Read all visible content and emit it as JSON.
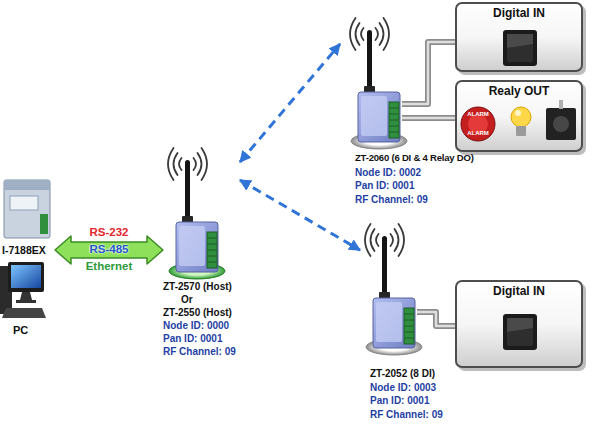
{
  "diagram": {
    "nodes": [
      {
        "text": [
          "I-7188EX"
        ]
      },
      {
        "text": [
          "PC"
        ]
      },
      {
        "text": [
          "ZT-2570 (Host)",
          "Or",
          "ZT-2550 (Host)",
          "Node ID: 0000",
          "Pan ID: 0001",
          "RF Channel: 09"
        ]
      },
      {
        "text": [
          "ZT-2060 (6 DI & 4 Relay DO)",
          "Node ID: 0002",
          "Pan ID: 0001",
          "RF Channel: 09"
        ]
      },
      {
        "text": [
          "Digital IN"
        ]
      },
      {
        "text": [
          "Realy OUT"
        ]
      },
      {
        "text": [
          "ZT-2052 (8 DI)",
          "Node ID: 0003",
          "Pan ID: 0001",
          "RF Channel: 09"
        ]
      },
      {
        "text": [
          "Digital IN"
        ]
      }
    ],
    "edges": [
      {
        "from": 0,
        "to": 2,
        "arrow": "both"
      },
      {
        "from": 2,
        "to": 3,
        "arrow": "both"
      },
      {
        "from": 2,
        "to": 6,
        "arrow": "both"
      },
      {
        "from": 3,
        "to": 4,
        "arrow": "none"
      },
      {
        "from": 3,
        "to": 5,
        "arrow": "none"
      },
      {
        "from": 6,
        "to": 7,
        "arrow": "none"
      }
    ],
    "labels": [
      "RS-232",
      "RS-485",
      "Ethernet",
      "ALARM",
      "ALARM"
    ]
  }
}
